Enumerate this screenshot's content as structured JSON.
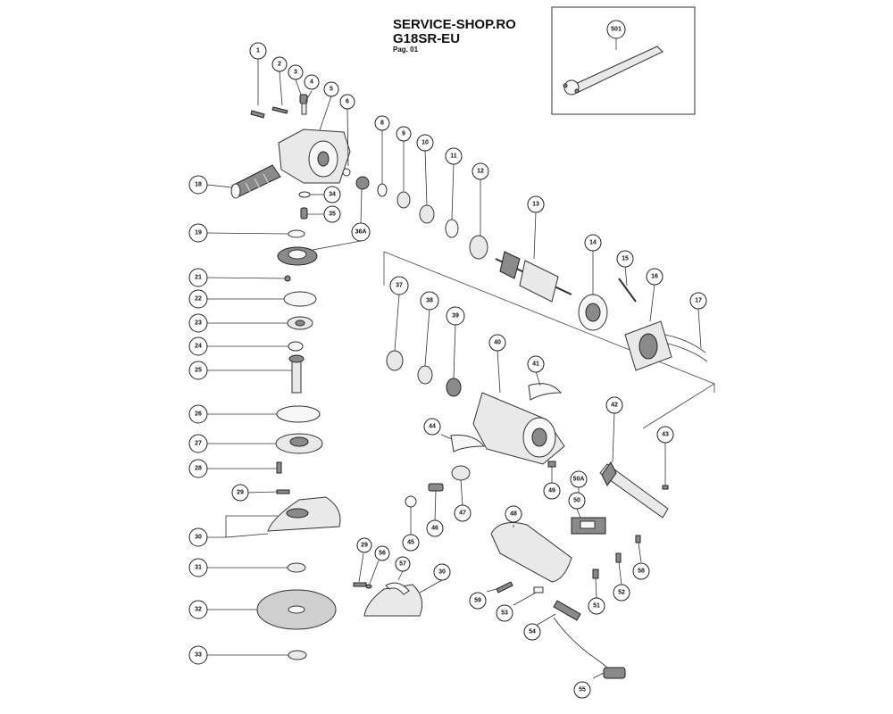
{
  "header": {
    "site": "SERVICE-SHOP.RO",
    "model": "G18SR-EU",
    "page": "Pag. 01"
  },
  "callouts": [
    {
      "id": "1",
      "label": "1"
    },
    {
      "id": "2",
      "label": "2"
    },
    {
      "id": "3",
      "label": "3"
    },
    {
      "id": "4",
      "label": "4"
    },
    {
      "id": "5",
      "label": "5"
    },
    {
      "id": "6",
      "label": "6"
    },
    {
      "id": "8",
      "label": "8"
    },
    {
      "id": "9",
      "label": "9"
    },
    {
      "id": "10",
      "label": "10"
    },
    {
      "id": "11",
      "label": "11"
    },
    {
      "id": "12",
      "label": "12"
    },
    {
      "id": "13",
      "label": "13"
    },
    {
      "id": "14",
      "label": "14"
    },
    {
      "id": "15",
      "label": "15"
    },
    {
      "id": "16",
      "label": "16"
    },
    {
      "id": "17",
      "label": "17"
    },
    {
      "id": "18",
      "label": "18"
    },
    {
      "id": "19",
      "label": "19"
    },
    {
      "id": "21",
      "label": "21"
    },
    {
      "id": "22",
      "label": "22"
    },
    {
      "id": "23",
      "label": "23"
    },
    {
      "id": "24",
      "label": "24"
    },
    {
      "id": "25",
      "label": "25"
    },
    {
      "id": "26",
      "label": "26"
    },
    {
      "id": "27",
      "label": "27"
    },
    {
      "id": "28",
      "label": "28"
    },
    {
      "id": "29a",
      "label": "29"
    },
    {
      "id": "30a",
      "label": "30"
    },
    {
      "id": "31",
      "label": "31"
    },
    {
      "id": "32",
      "label": "32"
    },
    {
      "id": "33",
      "label": "33"
    },
    {
      "id": "34",
      "label": "34"
    },
    {
      "id": "35",
      "label": "35"
    },
    {
      "id": "36A",
      "label": "36A"
    },
    {
      "id": "37",
      "label": "37"
    },
    {
      "id": "38",
      "label": "38"
    },
    {
      "id": "39",
      "label": "39"
    },
    {
      "id": "40",
      "label": "40"
    },
    {
      "id": "41",
      "label": "41"
    },
    {
      "id": "42",
      "label": "42"
    },
    {
      "id": "43",
      "label": "43"
    },
    {
      "id": "44",
      "label": "44"
    },
    {
      "id": "45",
      "label": "45"
    },
    {
      "id": "46",
      "label": "46"
    },
    {
      "id": "47",
      "label": "47"
    },
    {
      "id": "48",
      "label": "48"
    },
    {
      "id": "49",
      "label": "49"
    },
    {
      "id": "50",
      "label": "50"
    },
    {
      "id": "50A",
      "label": "50A"
    },
    {
      "id": "51",
      "label": "51"
    },
    {
      "id": "52",
      "label": "52"
    },
    {
      "id": "53",
      "label": "53"
    },
    {
      "id": "54",
      "label": "54"
    },
    {
      "id": "55",
      "label": "55"
    },
    {
      "id": "56",
      "label": "56"
    },
    {
      "id": "57",
      "label": "57"
    },
    {
      "id": "58",
      "label": "58"
    },
    {
      "id": "59",
      "label": "59"
    },
    {
      "id": "29b",
      "label": "29"
    },
    {
      "id": "30b",
      "label": "30"
    },
    {
      "id": "501",
      "label": "501"
    }
  ]
}
